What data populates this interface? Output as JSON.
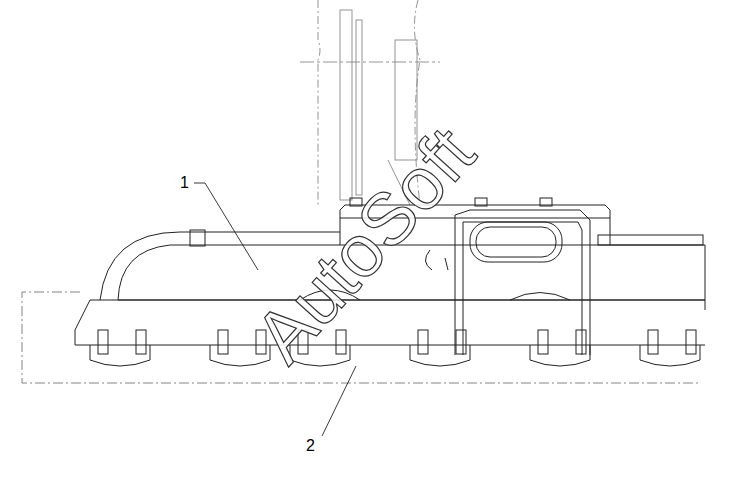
{
  "diagram": {
    "labels": [
      "1",
      "2",
      "AutoSoft"
    ]
  }
}
